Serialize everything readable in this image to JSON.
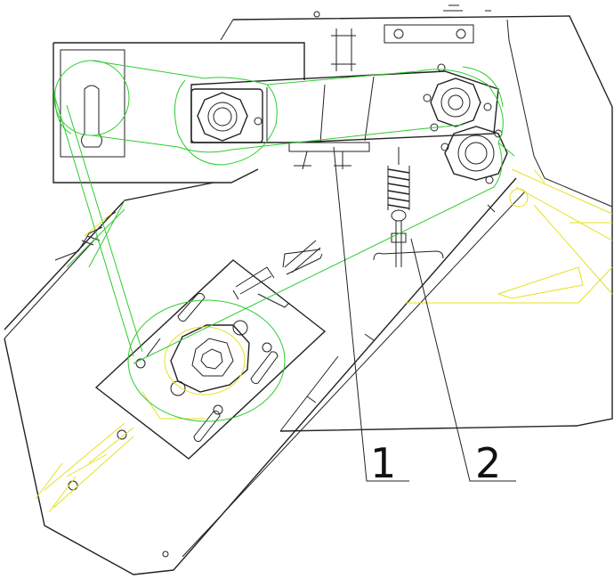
{
  "callouts": [
    {
      "id": "1",
      "label": "1"
    },
    {
      "id": "2",
      "label": "2"
    }
  ],
  "colors": {
    "outline": "#222222",
    "belt": "#2ecc2e",
    "hidden": "#e6e020",
    "pad": "#c040c0"
  }
}
